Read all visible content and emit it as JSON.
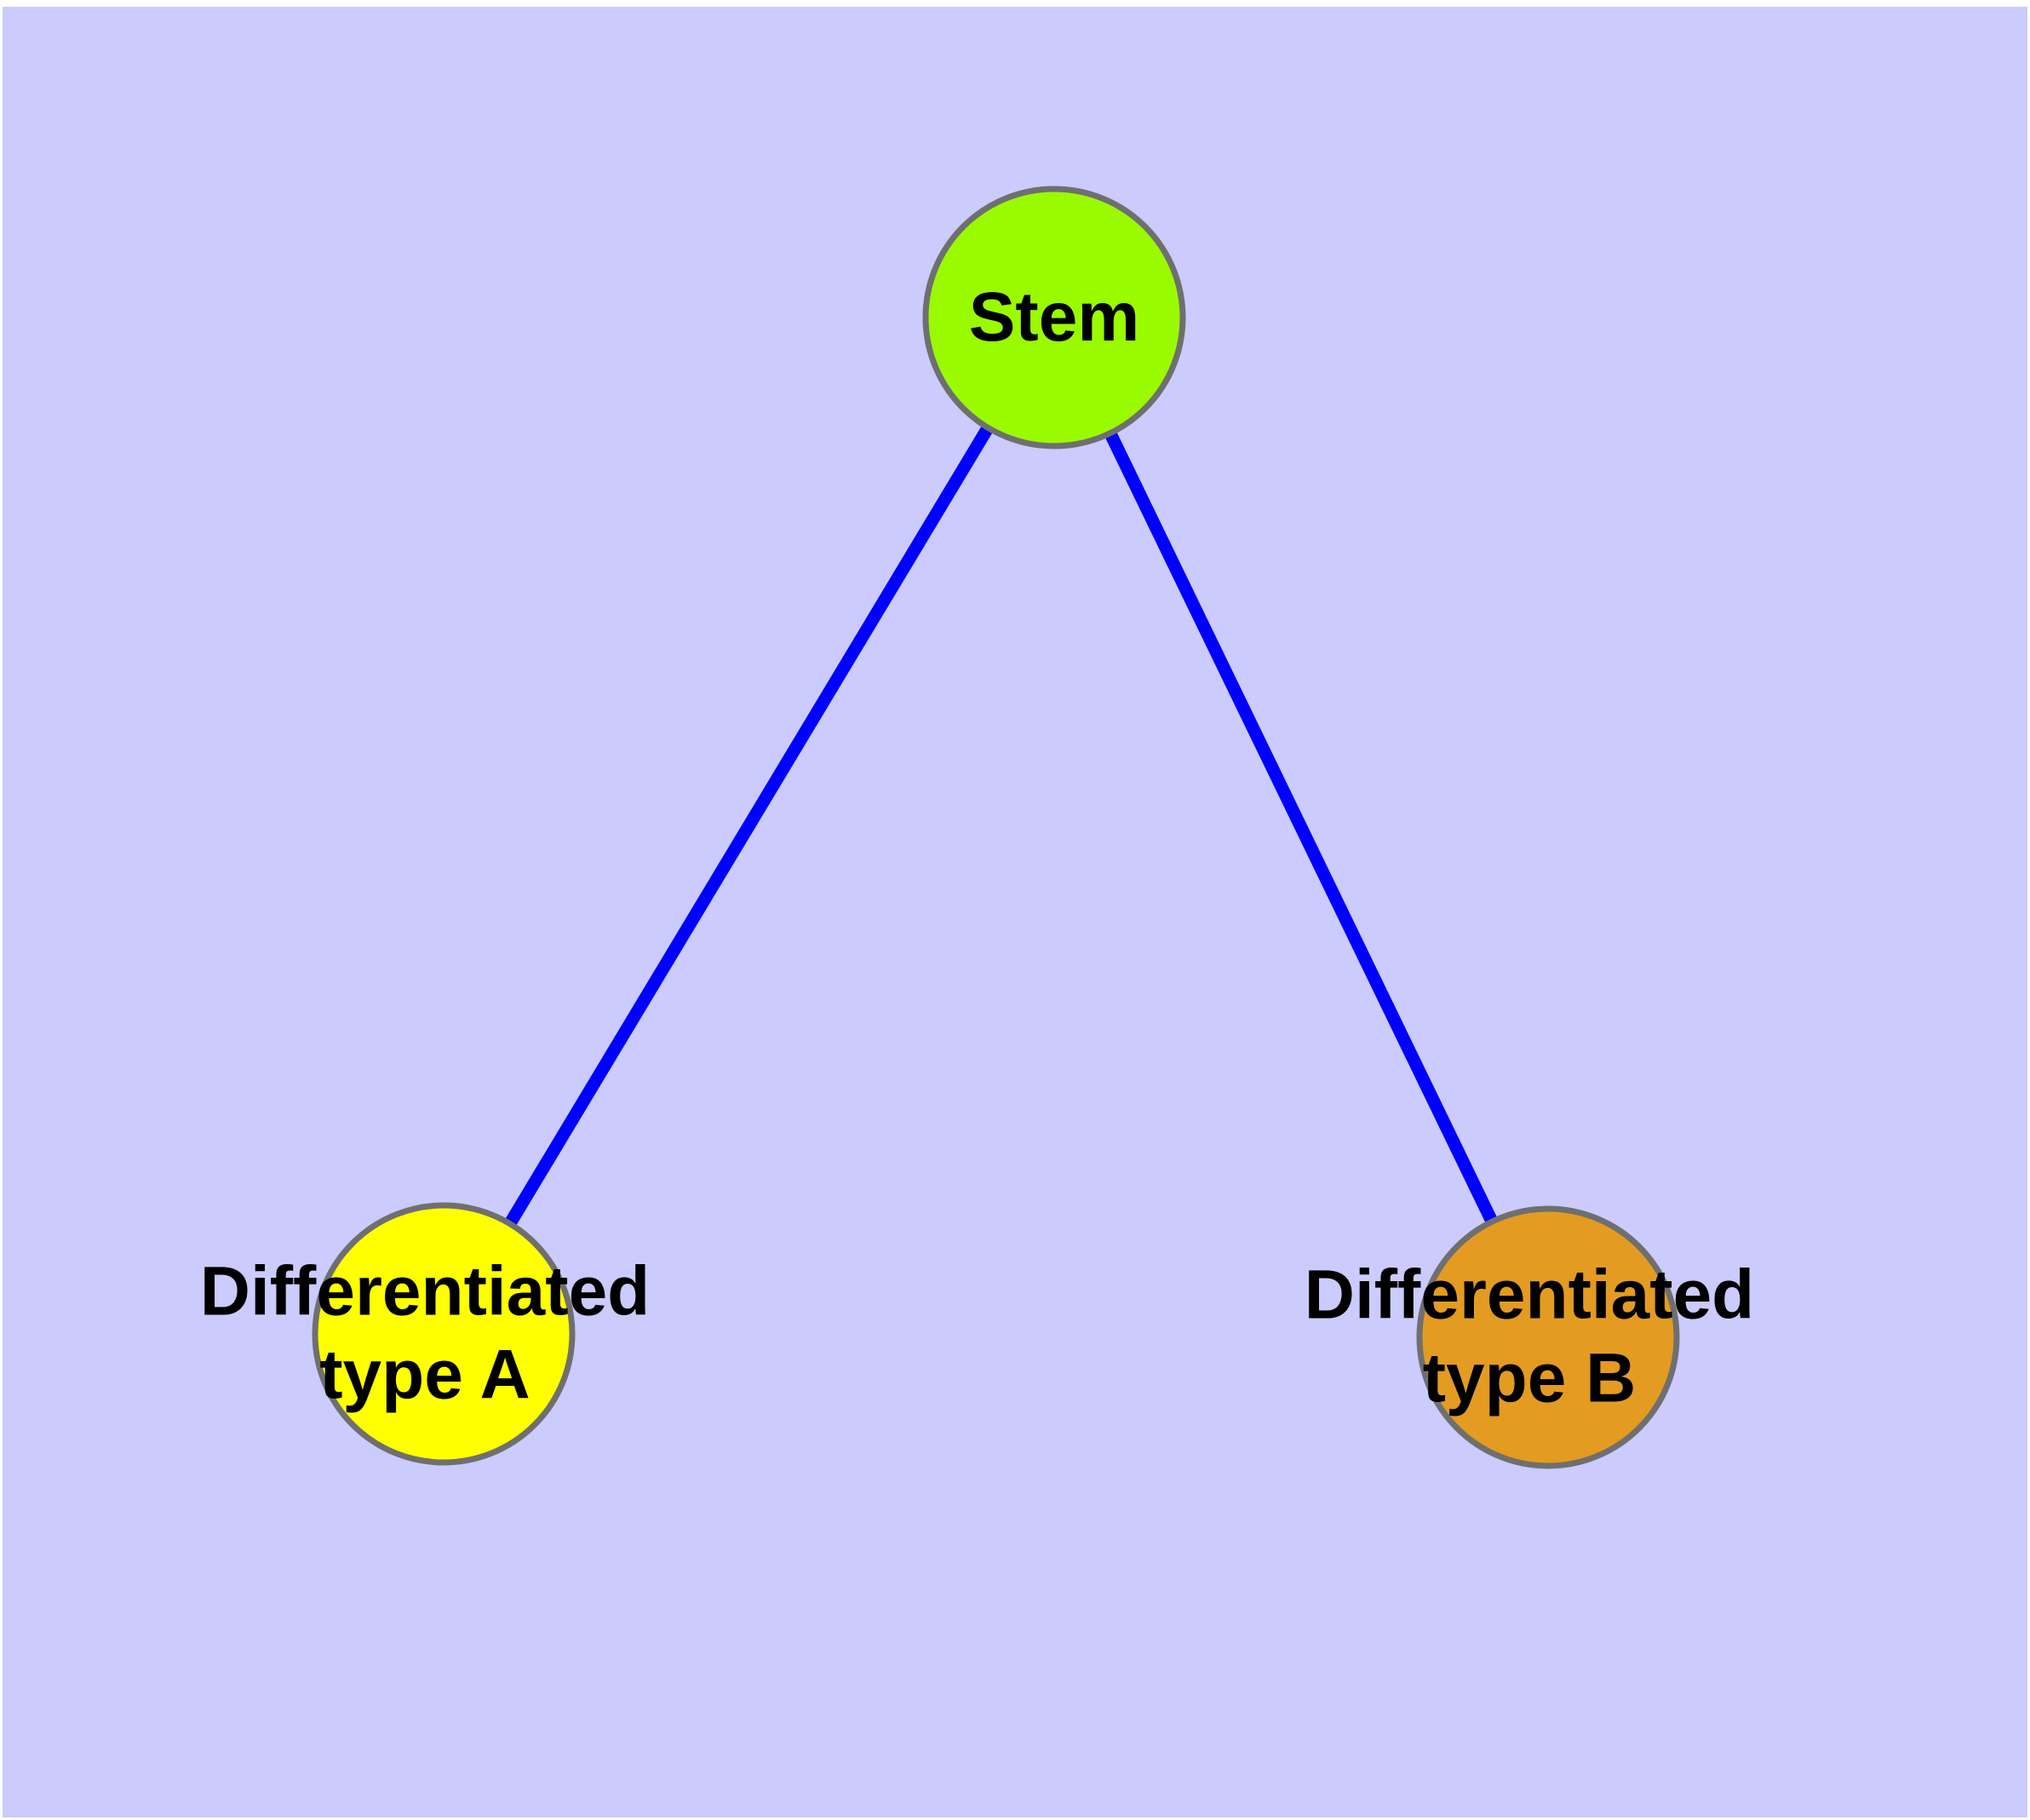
{
  "figure": {
    "type": "node-link-graph",
    "margin_color": "#FFFFFF",
    "background_color": "#CBCBFD",
    "edge_color": "#0000FF",
    "node_border_color": "#6F6F6F",
    "label_color": "#000000",
    "nodes": [
      {
        "id": "stem",
        "label": "Stem",
        "color": "#9AFA00"
      },
      {
        "id": "differentiated-type-a",
        "label": "Differentiated\ntype A",
        "color": "#FFFF00"
      },
      {
        "id": "differentiated-type-b",
        "label": "Differentiated\ntype B",
        "color": "#E49B21"
      }
    ],
    "edges": [
      {
        "from": "stem",
        "to": "differentiated-type-a"
      },
      {
        "from": "stem",
        "to": "differentiated-type-b"
      }
    ]
  }
}
